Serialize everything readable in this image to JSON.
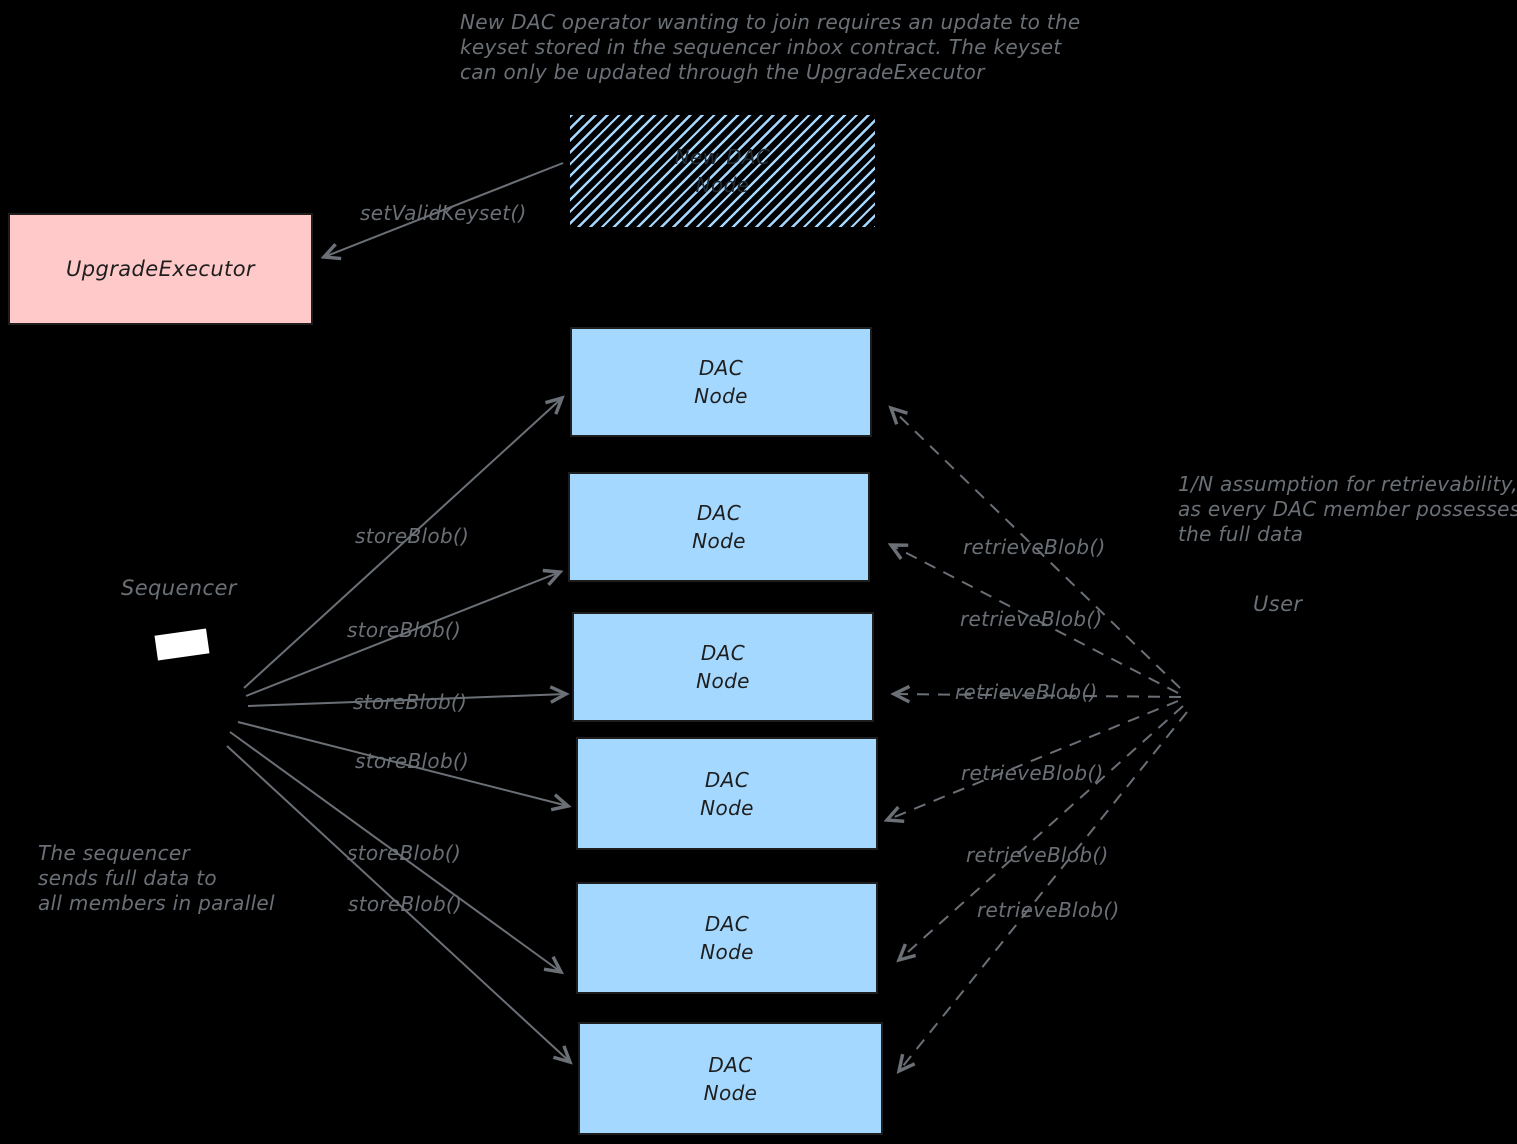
{
  "colors": {
    "background": "#000000",
    "annotation_text": "#6a7076",
    "box_border": "#1e1e1e",
    "box_text": "#1e1e1e",
    "dac_node_fill": "#a5d8ff",
    "executor_fill": "#ffc9c9",
    "hatch_stripe": "#a5d8ff",
    "hatch_text": "#222a33",
    "sequencer_screen": "#ffffff"
  },
  "notes": {
    "keyset_note": {
      "lines": [
        "New DAC operator wanting to join requires an update to the",
        "keyset stored in the sequencer inbox contract. The keyset",
        "can only be updated through the UpgradeExecutor"
      ]
    },
    "retrievability_note": {
      "lines": [
        "1/N assumption for retrievability,",
        "as every DAC member possesses",
        "the full data"
      ]
    },
    "parallel_note": {
      "lines": [
        "The sequencer",
        "sends full data to",
        "all members in parallel"
      ]
    }
  },
  "actors": {
    "sequencer_label": "Sequencer",
    "user_label": "User"
  },
  "boxes": {
    "upgrade_executor_label": "UpgradeExecutor",
    "new_dac_node": {
      "line1": "New DAC",
      "line2": "Node"
    },
    "dac_node": {
      "line1": "DAC",
      "line2": "Node"
    }
  },
  "edge_labels": {
    "set_valid_keyset": "setValidKeyset()",
    "store_blob": "storeBlob()",
    "retrieve_blob": "retrieveBlob()"
  }
}
